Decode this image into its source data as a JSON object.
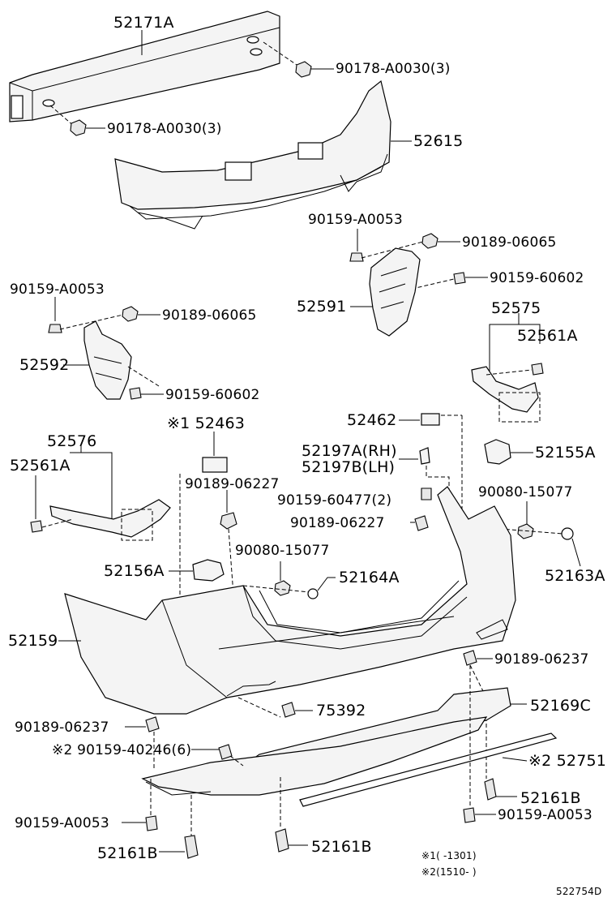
{
  "diagram_id": "522754D",
  "labels": [
    {
      "id": "l01",
      "text": "52171A"
    },
    {
      "id": "l02",
      "text": "90178-A0030(3)"
    },
    {
      "id": "l03",
      "text": "90178-A0030(3)"
    },
    {
      "id": "l04",
      "text": "52615"
    },
    {
      "id": "l05",
      "text": "90159-A0053"
    },
    {
      "id": "l06",
      "text": "90189-06065"
    },
    {
      "id": "l07",
      "text": "90159-60602"
    },
    {
      "id": "l08",
      "text": "52591"
    },
    {
      "id": "l09",
      "text": "52575"
    },
    {
      "id": "l10",
      "text": "52561A"
    },
    {
      "id": "l11",
      "text": "90159-A0053"
    },
    {
      "id": "l12",
      "text": "90189-06065"
    },
    {
      "id": "l13",
      "text": "52592"
    },
    {
      "id": "l14",
      "text": "90159-60602"
    },
    {
      "id": "l15",
      "text": "※1 52463"
    },
    {
      "id": "l16",
      "text": "52462"
    },
    {
      "id": "l17",
      "text": "52197A(RH)"
    },
    {
      "id": "l18",
      "text": "52197B(LH)"
    },
    {
      "id": "l19",
      "text": "52155A"
    },
    {
      "id": "l20",
      "text": "52576"
    },
    {
      "id": "l21",
      "text": "52561A"
    },
    {
      "id": "l22",
      "text": "90189-06227"
    },
    {
      "id": "l23",
      "text": "90159-60477(2)"
    },
    {
      "id": "l24",
      "text": "90080-15077"
    },
    {
      "id": "l25",
      "text": "90189-06227"
    },
    {
      "id": "l26",
      "text": "90080-15077"
    },
    {
      "id": "l27",
      "text": "52163A"
    },
    {
      "id": "l28",
      "text": "52156A"
    },
    {
      "id": "l29",
      "text": "52164A"
    },
    {
      "id": "l30",
      "text": "52159"
    },
    {
      "id": "l31",
      "text": "90189-06237"
    },
    {
      "id": "l32",
      "text": "52169C"
    },
    {
      "id": "l33",
      "text": "75392"
    },
    {
      "id": "l34",
      "text": "90189-06237"
    },
    {
      "id": "l35",
      "text": "※2 90159-40246(6)"
    },
    {
      "id": "l36",
      "text": "※2 52751"
    },
    {
      "id": "l37",
      "text": "52161B"
    },
    {
      "id": "l38",
      "text": "90159-A0053"
    },
    {
      "id": "l39",
      "text": "90159-A0053"
    },
    {
      "id": "l40",
      "text": "52161B"
    },
    {
      "id": "l41",
      "text": "52161B"
    }
  ],
  "notes": [
    {
      "id": "n1",
      "text": "※1(      -1301)"
    },
    {
      "id": "n2",
      "text": "※2(1510-      )"
    }
  ]
}
